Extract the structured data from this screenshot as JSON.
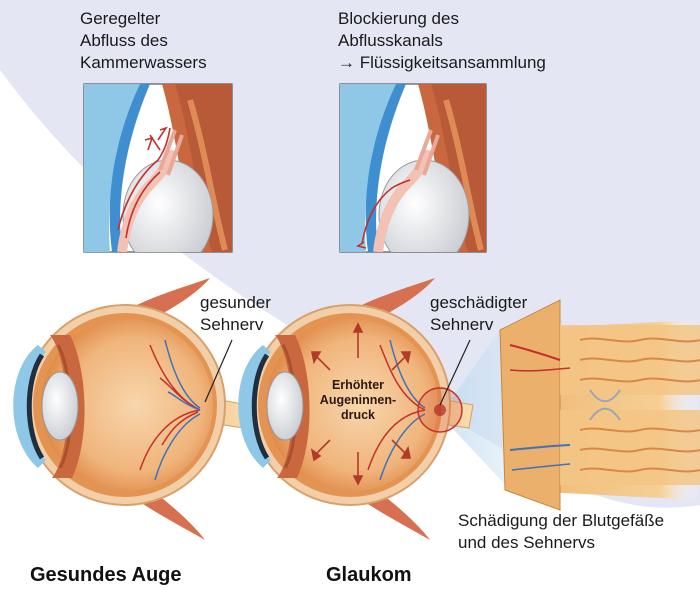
{
  "top_labels": {
    "healthy": "Geregelter\nAbfluss des\nKammerwassers",
    "glaucoma": "Blockierung des\nAbflusskanals\n→ Flüssigkeitsansammlung"
  },
  "eye_labels": {
    "healthy_nerve": "gesunder\nSehnerv",
    "damaged_nerve": "geschädigter\nSehnerv",
    "pressure": "Erhöhter\nAugeninnen-\ndruck"
  },
  "detail_label": "Schädigung der Blutgefäße\nund des Sehnervs",
  "captions": {
    "healthy": "Gesundes Auge",
    "glaucoma": "Glaukom"
  },
  "colors": {
    "background_swoosh": "#e4e6f4",
    "sclera": "#f2cfa9",
    "choroid": "#e39452",
    "vitreous": "#f3c08e",
    "cornea": "#8fc8e6",
    "vessel_red": "#c4302a",
    "vessel_blue": "#3f72b8",
    "muscle": "#d77050",
    "nerve": "#f0b070"
  }
}
